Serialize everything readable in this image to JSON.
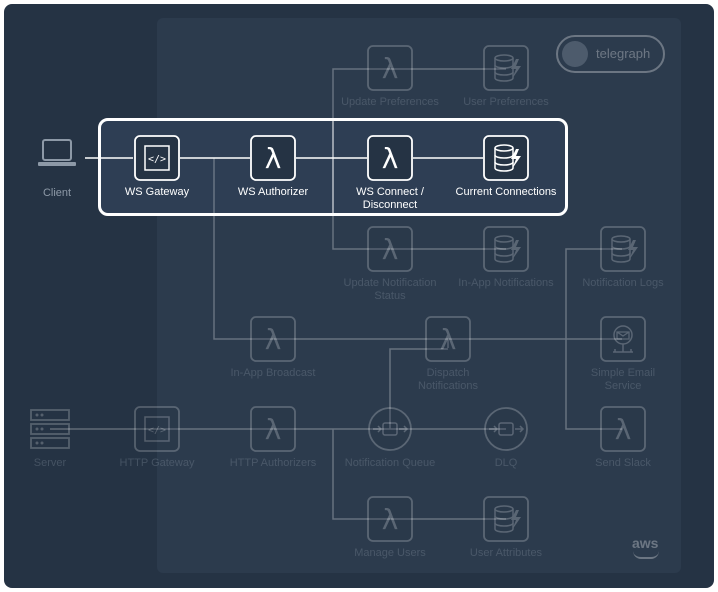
{
  "nodes": {
    "client": "Client",
    "ws_gateway": "WS Gateway",
    "ws_authorizer": "WS Authorizer",
    "ws_connect": "WS Connect /\nDisconnect",
    "current_connections": "Current Connections",
    "update_preferences": "Update Preferences",
    "user_preferences": "User Preferences",
    "update_notification_status": "Update Notification\nStatus",
    "in_app_notifications": "In-App Notifications",
    "notification_logs": "Notification Logs",
    "in_app_broadcast": "In-App Broadcast",
    "dispatch_notifications": "Dispatch\nNotifications",
    "simple_email_service": "Simple Email\nService",
    "server": "Server",
    "http_gateway": "HTTP Gateway",
    "http_authorizers": "HTTP Authorizers",
    "notification_queue": "Notification Queue",
    "dlq": "DLQ",
    "send_slack": "Send Slack",
    "manage_users": "Manage Users",
    "user_attributes": "User Attributes"
  },
  "badge": {
    "text": "telegraph"
  },
  "aws_logo": "aws",
  "colors": {
    "background": "#253344",
    "region": "#2c3b4d",
    "highlight_border": "#ffffff",
    "label": "#8d99a7"
  }
}
